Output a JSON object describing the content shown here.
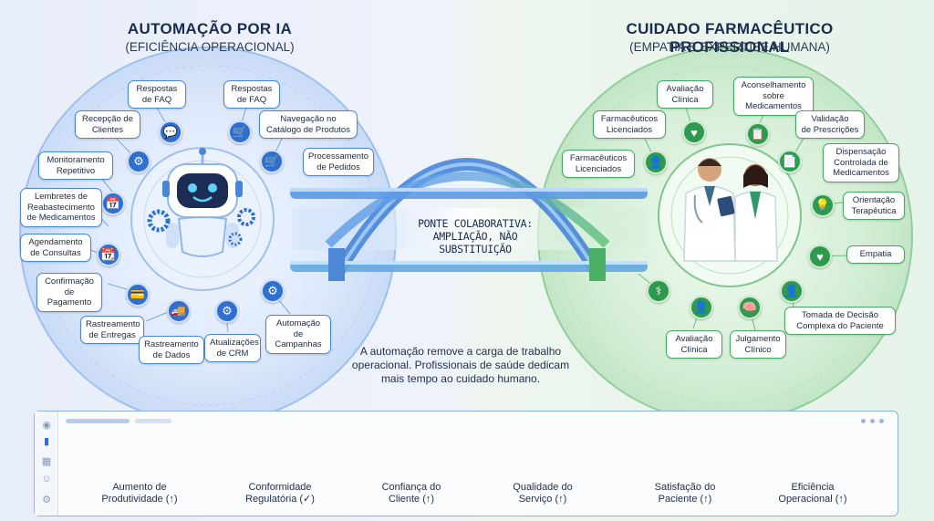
{
  "left": {
    "title": "AUTOMAÇÃO POR IA",
    "subtitle": "(EFICIÊNCIA OPERACIONAL)",
    "tasks": [
      "Respostas\nde FAQ",
      "Respostas\nde FAQ",
      "Recepção de\nClientes",
      "Navegação no\nCatálogo de Produtos",
      "Monitoramento\nRepetitivo",
      "Processamento\nde Pedidos",
      "Lembretes de\nReabastecimento\nde Medicamentos",
      "Agendamento\nde Consultas",
      "Confirmação\nde Pagamento",
      "Rastreamento\nde Entregas",
      "Rastreamento\nde Dados",
      "Atualizações\nde CRM",
      "Automação\nde Campanhas"
    ]
  },
  "right": {
    "title": "CUIDADO FARMACÊUTICO PROFISSIONAL",
    "subtitle": "(EMPATIA E EXPERTISE HUMANA)",
    "tasks": [
      "Avaliação\nClínica",
      "Aconselhamento\nsobre\nMedicamentos",
      "Farmacêuticos\nLicenciados",
      "Validação\nde Prescrições",
      "Farmacêuticos\nLicenciados",
      "Dispensação\nControlada de\nMedicamentos",
      "Orientação\nTerapêutica",
      "Empatia",
      "Tomada de Decisão\nComplexa do Paciente",
      "Avaliação\nClínica",
      "Julgamento\nClínico"
    ]
  },
  "bridge": {
    "label": "PONTE COLABORATIVA:\nAMPLIAÇÃO, NÃO SUBSTITUIÇÃO"
  },
  "caption": "A automação remove a carga de trabalho operacional. Profissionais de saúde dedicam mais tempo ao cuidado humano.",
  "metrics": [
    {
      "label": "Aumento de\nProdutividade (↑)",
      "icon": "bar-chart-icon"
    },
    {
      "label": "Conformidade\nRegulatória (✓)",
      "icon": "shield-check-icon"
    },
    {
      "label": "Confiança do\nCliente (↑)",
      "icon": "handshake-icon"
    },
    {
      "label": "Qualidade do\nServiço (↑)",
      "icon": "rating-stars-icon"
    },
    {
      "label": "Satisfação do\nPaciente (↑)",
      "icon": "patient-heart-icon"
    },
    {
      "label": "Eficiência\nOperacional (↑)",
      "icon": "stopwatch-icon"
    }
  ],
  "colors": {
    "blue": "#2f6fcf",
    "green": "#2e9a4f",
    "arrow_green": "#3aa54f"
  }
}
